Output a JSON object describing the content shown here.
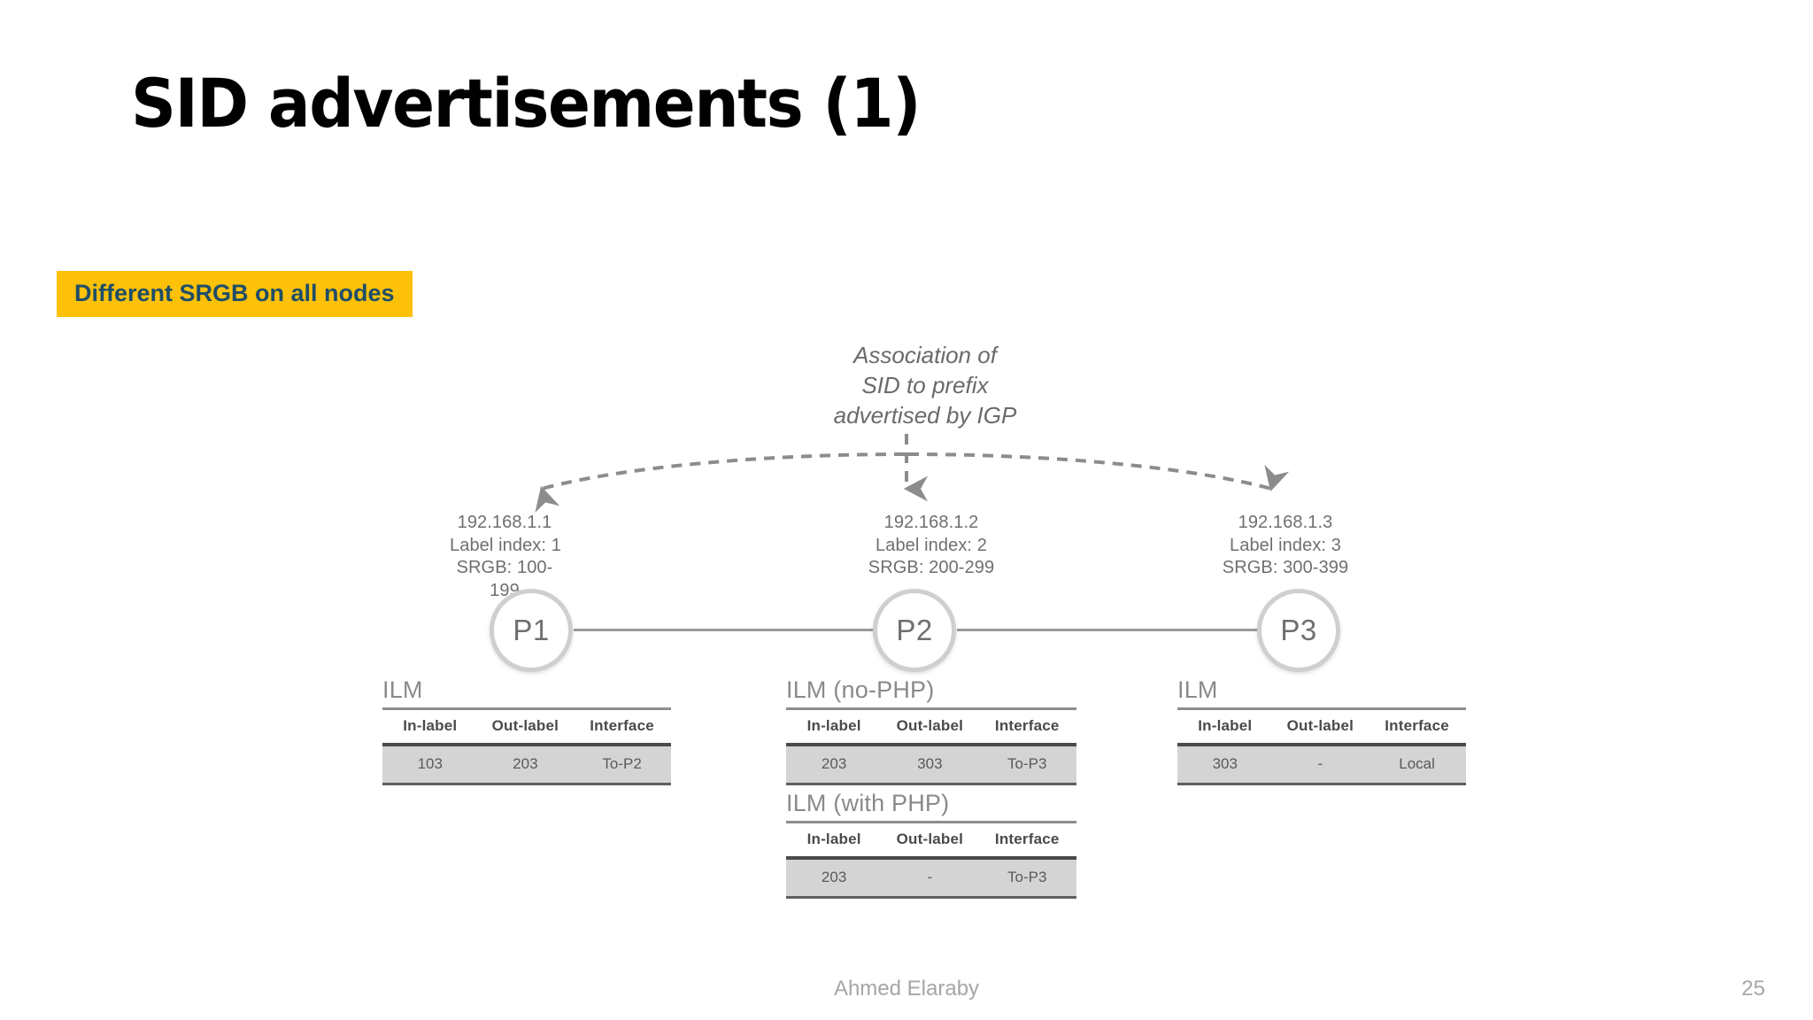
{
  "slide": {
    "title": "SID advertisements (1)",
    "callout": {
      "label": "Different SRGB on all nodes",
      "background_color": "#FCC108",
      "text_color": "#1F4E68"
    },
    "footer": {
      "author": "Ahmed Elaraby",
      "page_number": "25"
    }
  },
  "diagram": {
    "annotation": {
      "line1": "Association of",
      "line2": "SID to prefix",
      "line3": "advertised by IGP"
    },
    "nodes": [
      {
        "id": "p1",
        "label": "P1",
        "prefix": "192.168.1.1",
        "label_index": "Label index: 1",
        "srgb": "SRGB: 100-199"
      },
      {
        "id": "p2",
        "label": "P2",
        "prefix": "192.168.1.2",
        "label_index": "Label index: 2",
        "srgb": "SRGB: 200-299"
      },
      {
        "id": "p3",
        "label": "P3",
        "prefix": "192.168.1.3",
        "label_index": "Label index: 3",
        "srgb": "SRGB: 300-399"
      }
    ],
    "tables": [
      {
        "id": "ilm-p1",
        "title": "ILM",
        "columns": [
          "In-label",
          "Out-label",
          "Interface"
        ],
        "rows": [
          [
            "103",
            "203",
            "To-P2"
          ]
        ]
      },
      {
        "id": "ilm-p2-nophp",
        "title": "ILM (no-PHP)",
        "columns": [
          "In-label",
          "Out-label",
          "Interface"
        ],
        "rows": [
          [
            "203",
            "303",
            "To-P3"
          ]
        ]
      },
      {
        "id": "ilm-p2-php",
        "title": "ILM (with PHP)",
        "columns": [
          "In-label",
          "Out-label",
          "Interface"
        ],
        "rows": [
          [
            "203",
            "-",
            "To-P3"
          ]
        ]
      },
      {
        "id": "ilm-p3",
        "title": "ILM",
        "columns": [
          "In-label",
          "Out-label",
          "Interface"
        ],
        "rows": [
          [
            "303",
            "-",
            "Local"
          ]
        ]
      }
    ],
    "arrow_color": "#8c8c8c",
    "link_color": "#9a9a9a"
  }
}
